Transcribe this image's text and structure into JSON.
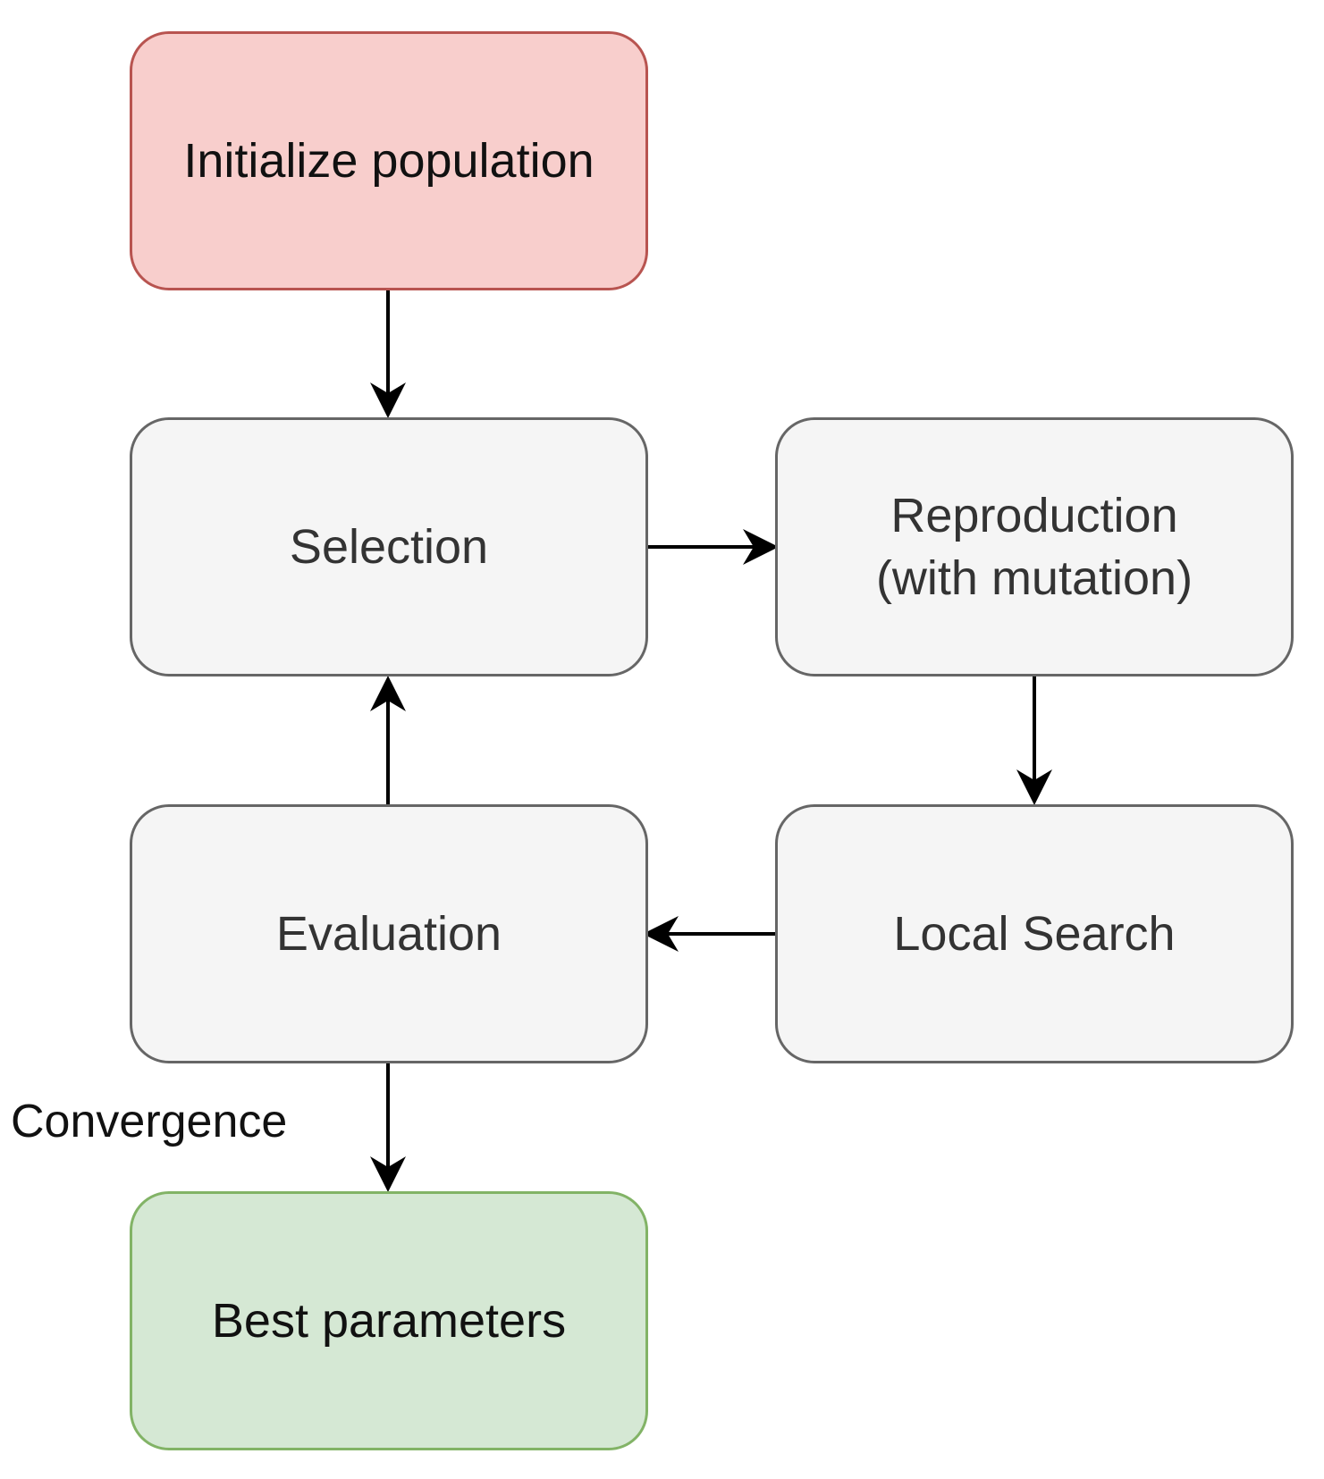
{
  "nodes": {
    "initialize": {
      "label": "Initialize population"
    },
    "selection": {
      "label": "Selection"
    },
    "reproduction": {
      "label": "Reproduction\n(with mutation)"
    },
    "local_search": {
      "label": "Local Search"
    },
    "evaluation": {
      "label": "Evaluation"
    },
    "best": {
      "label": "Best parameters"
    }
  },
  "edges": [
    {
      "from": "initialize",
      "to": "selection",
      "label": ""
    },
    {
      "from": "selection",
      "to": "reproduction",
      "label": ""
    },
    {
      "from": "reproduction",
      "to": "local_search",
      "label": ""
    },
    {
      "from": "local_search",
      "to": "evaluation",
      "label": ""
    },
    {
      "from": "evaluation",
      "to": "selection",
      "label": ""
    },
    {
      "from": "evaluation",
      "to": "best",
      "label": "Convergence"
    }
  ],
  "colors": {
    "start_fill": "#f8cecc",
    "start_border": "#b85450",
    "process_fill": "#f5f5f5",
    "process_border": "#666666",
    "end_fill": "#d5e8d4",
    "end_border": "#82b366",
    "arrow": "#000000"
  }
}
